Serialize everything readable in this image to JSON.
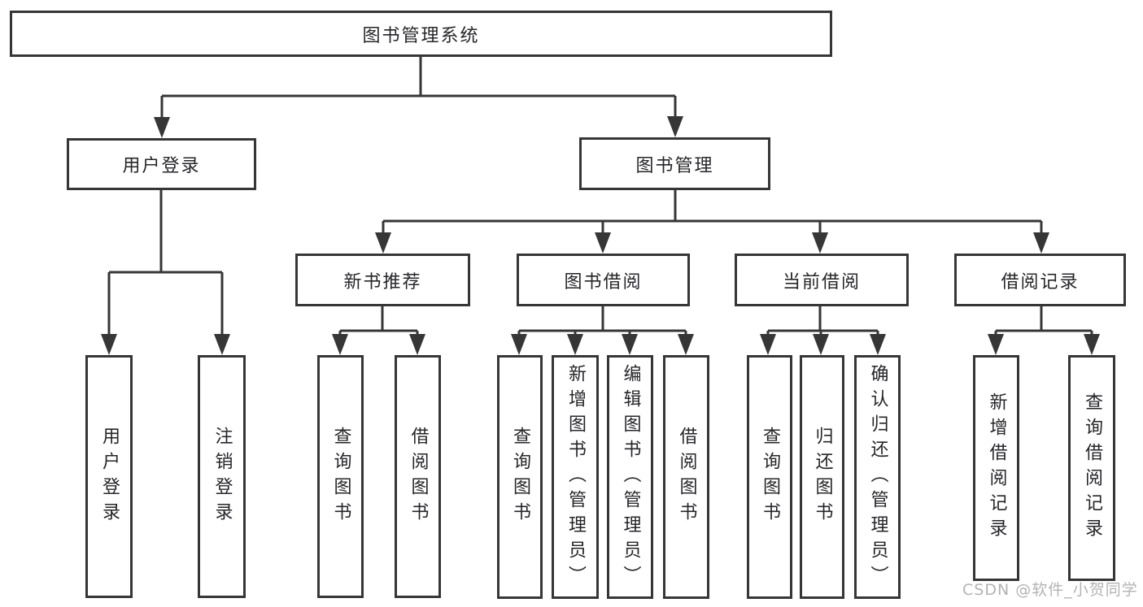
{
  "diagram": {
    "title_node": "图书管理系统",
    "level2": {
      "user_login": "用户登录",
      "book_mgmt": "图书管理"
    },
    "level3": {
      "new_books": "新书推荐",
      "book_borrow": "图书借阅",
      "current_borrow": "当前借阅",
      "borrow_records": "借阅记录"
    },
    "leaves": {
      "user_login": [
        "用户登录",
        "注销登录"
      ],
      "new_books": [
        "查询图书",
        "借阅图书"
      ],
      "book_borrow": [
        "查询图书",
        "新增图书（管理员）",
        "编辑图书（管理员）",
        "借阅图书"
      ],
      "current_borrow": [
        "查询图书",
        "归还图书",
        "确认归还（管理员）"
      ],
      "borrow_records": [
        "新增借阅记录",
        "查询借阅记录"
      ]
    },
    "colors": {
      "line": "#363636",
      "text": "#26262a",
      "watermark": "#b3b3b3"
    }
  },
  "watermark": "CSDN @软件_小贺同学"
}
